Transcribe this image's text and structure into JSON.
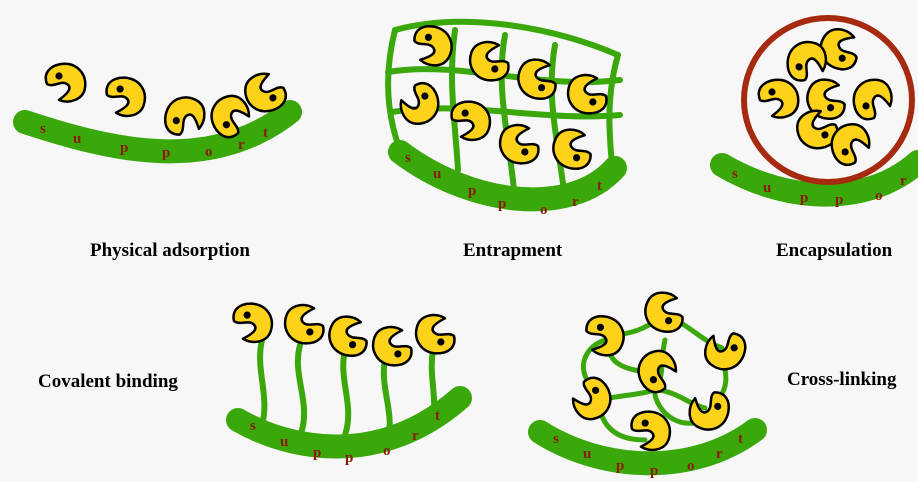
{
  "colors": {
    "background": "#f7f7f7",
    "support": "#3aa80a",
    "enzyme_fill": "#ffd21a",
    "enzyme_outline": "#000000",
    "capsule": "#a52a10",
    "letters": "#8b1a00"
  },
  "support_word": "support",
  "methods": [
    {
      "id": "physical-adsorption",
      "label": "Physical adsorption"
    },
    {
      "id": "entrapment",
      "label": "Entrapment"
    },
    {
      "id": "encapsulation",
      "label": "Encapsulation"
    },
    {
      "id": "covalent-binding",
      "label": "Covalent binding"
    },
    {
      "id": "cross-linking",
      "label": "Cross-linking"
    }
  ]
}
